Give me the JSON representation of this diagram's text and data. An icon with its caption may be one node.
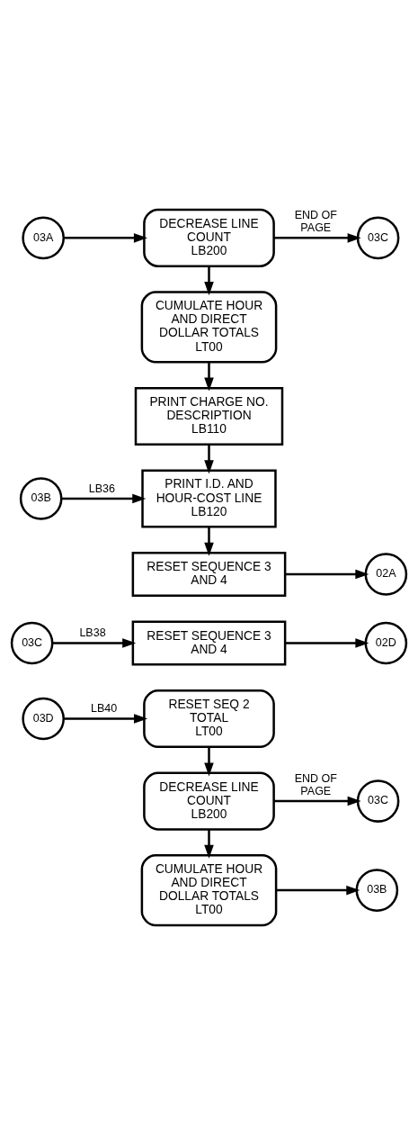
{
  "diagram": {
    "nodes": [
      {
        "text": [
          "03A"
        ]
      },
      {
        "text": [
          "DECREASE LINE COUNT",
          "LB200"
        ]
      },
      {
        "text": [
          "03C"
        ]
      },
      {
        "text": [
          "CUMULATE HOUR AND DIRECT DOLLAR TOTALS",
          "LT00"
        ]
      },
      {
        "text": [
          "PRINT CHARGE NO. DESCRIPTION",
          "LB110"
        ]
      },
      {
        "text": [
          "03B"
        ]
      },
      {
        "text": [
          "PRINT I.D. AND HOUR-COST LINE",
          "LB120"
        ]
      },
      {
        "text": [
          "RESET SEQUENCE 3 AND 4"
        ]
      },
      {
        "text": [
          "02A"
        ]
      },
      {
        "text": [
          "03C"
        ]
      },
      {
        "text": [
          "RESET SEQUENCE 3 AND 4"
        ]
      },
      {
        "text": [
          "02D"
        ]
      },
      {
        "text": [
          "03D"
        ]
      },
      {
        "text": [
          "RESET SEQ 2 TOTAL",
          "LT00"
        ]
      },
      {
        "text": [
          "DECREASE LINE COUNT",
          "LB200"
        ]
      },
      {
        "text": [
          "03C"
        ]
      },
      {
        "text": [
          "CUMULATE HOUR AND DIRECT DOLLAR TOTALS",
          "LT00"
        ]
      },
      {
        "text": [
          "03B"
        ]
      }
    ],
    "edges": [
      {
        "from": 0,
        "to": 1,
        "arrow": "to"
      },
      {
        "from": 1,
        "to": 2,
        "arrow": "to",
        "label": "END OF PAGE"
      },
      {
        "from": 1,
        "to": 3,
        "arrow": "to"
      },
      {
        "from": 3,
        "to": 4,
        "arrow": "to"
      },
      {
        "from": 4,
        "to": 6,
        "arrow": "to"
      },
      {
        "from": 5,
        "to": 6,
        "arrow": "to",
        "label": "LB36"
      },
      {
        "from": 6,
        "to": 7,
        "arrow": "to"
      },
      {
        "from": 7,
        "to": 8,
        "arrow": "to"
      },
      {
        "from": 9,
        "to": 10,
        "arrow": "to",
        "label": "LB38"
      },
      {
        "from": 10,
        "to": 11,
        "arrow": "to"
      },
      {
        "from": 12,
        "to": 13,
        "arrow": "to",
        "label": "LB40"
      },
      {
        "from": 13,
        "to": 14,
        "arrow": "to"
      },
      {
        "from": 14,
        "to": 15,
        "arrow": "to",
        "label": "END OF PAGE"
      },
      {
        "from": 14,
        "to": 16,
        "arrow": "to"
      },
      {
        "from": 16,
        "to": 17,
        "arrow": "to"
      }
    ]
  }
}
